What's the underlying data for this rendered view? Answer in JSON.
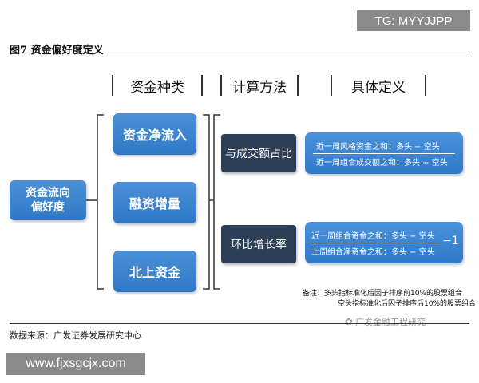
{
  "watermark_top": "TG: MYYJJPP",
  "figure_title": "图7 资金偏好度定义",
  "headers": [
    "资金种类",
    "计算方法",
    "具体定义"
  ],
  "root_label": "资金流向\n偏好度",
  "fund_types": [
    "资金净流入",
    "融资增量",
    "北上资金"
  ],
  "methods": [
    "与成交额占比",
    "环比增长率"
  ],
  "definitions": [
    {
      "numerator": "近一周风格资金之和：多头 − 空头",
      "denominator": "近一周组合成交额之和：多头 + 空头",
      "suffix": ""
    },
    {
      "numerator": "近一周组合资金之和：多头 − 空头",
      "denominator": "上周组合净资金之和：多头 − 空头",
      "suffix": "−1"
    }
  ],
  "note_lines": [
    "备注：多头指标准化后因子排序前10%的股票组合",
    "空头指标准化后因子排序后10%的股票组合"
  ],
  "source": "数据来源：广发证券发展研究中心",
  "watermark_right": "广发金融工程研究",
  "watermark_bottom": "www.fjxsgcjx.com"
}
